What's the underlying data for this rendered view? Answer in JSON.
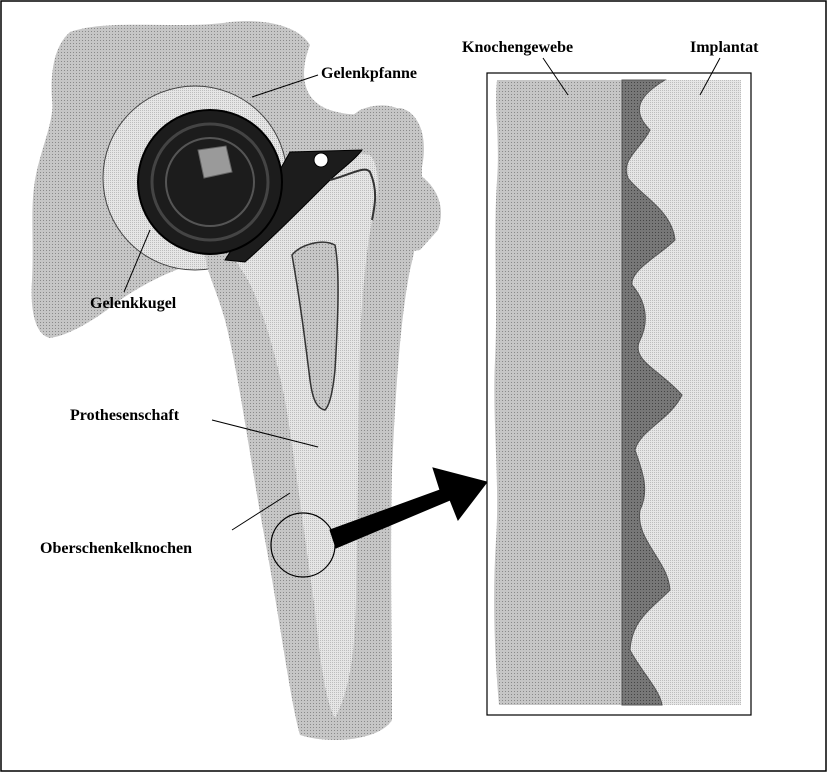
{
  "labels": {
    "gelenkpfanne": "Gelenkpfanne",
    "gelenkkugel": "Gelenkkugel",
    "prothesenschaft": "Prothesenschaft",
    "oberschenkelknochen": "Oberschenkelknochen",
    "knochengewebe": "Knochengewebe",
    "implantat": "Implantat"
  },
  "colors": {
    "bone": "#c4c4c4",
    "implant": "#dcdcdc",
    "interface": "#6e6e6e",
    "ball": "#1c1c1c",
    "outline": "#000000"
  }
}
